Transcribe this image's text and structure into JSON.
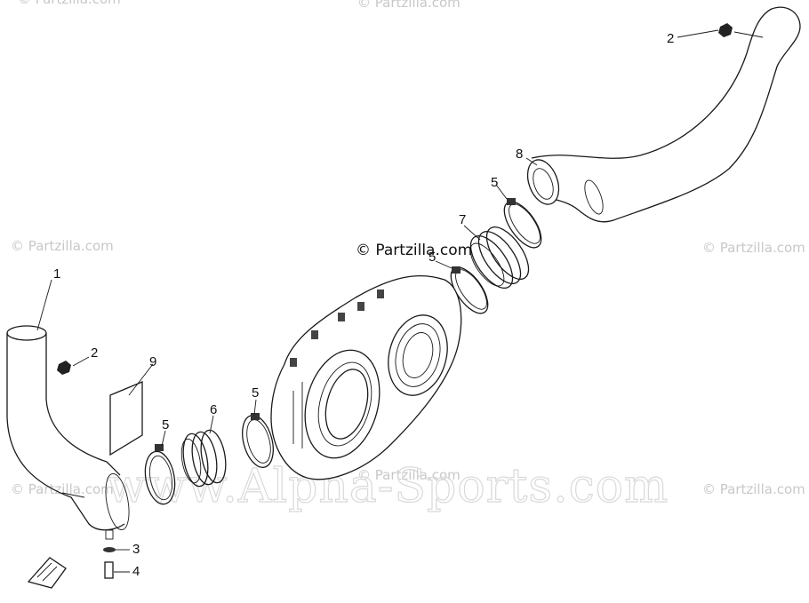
{
  "watermarks": {
    "main": "© Partzilla.com",
    "repeat": "© Partzilla.com",
    "site": "www.Alpha-Sports.com"
  },
  "callouts": {
    "c1": "1",
    "c2a": "2",
    "c2b": "2",
    "c3": "3",
    "c4": "4",
    "c5a": "5",
    "c5b": "5",
    "c5c": "5",
    "c5d": "5",
    "c6": "6",
    "c7": "7",
    "c8": "8",
    "c9": "9"
  }
}
